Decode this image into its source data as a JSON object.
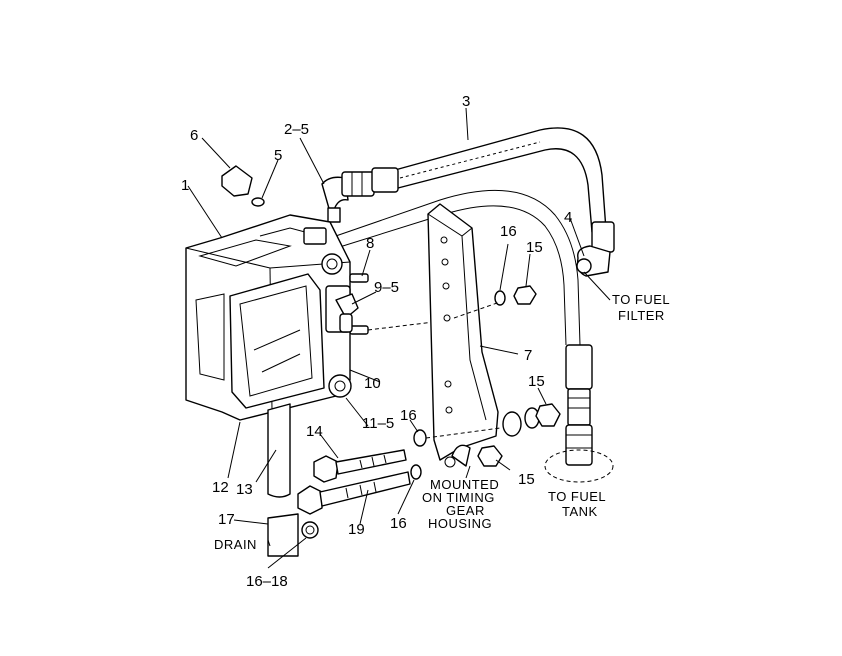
{
  "callouts": {
    "c1": "1",
    "c2_5": "2–5",
    "c3": "3",
    "c4": "4",
    "c5": "5",
    "c6": "6",
    "c7": "7",
    "c8": "8",
    "c9_5": "9–5",
    "c10": "10",
    "c11_5": "11–5",
    "c12": "12",
    "c13": "13",
    "c14": "14",
    "c15a": "15",
    "c15b": "15",
    "c15c": "15",
    "c16a": "16",
    "c16b": "16",
    "c16c": "16",
    "c17": "17",
    "c19": "19",
    "c16_18": "16–18"
  },
  "labels": {
    "to_fuel_filter_1": "TO FUEL",
    "to_fuel_filter_2": "FILTER",
    "to_fuel_tank_1": "TO FUEL",
    "to_fuel_tank_2": "TANK",
    "mounted_1": "MOUNTED",
    "mounted_2": "ON TIMING",
    "mounted_3": "GEAR",
    "mounted_4": "HOUSING",
    "drain": "DRAIN"
  }
}
